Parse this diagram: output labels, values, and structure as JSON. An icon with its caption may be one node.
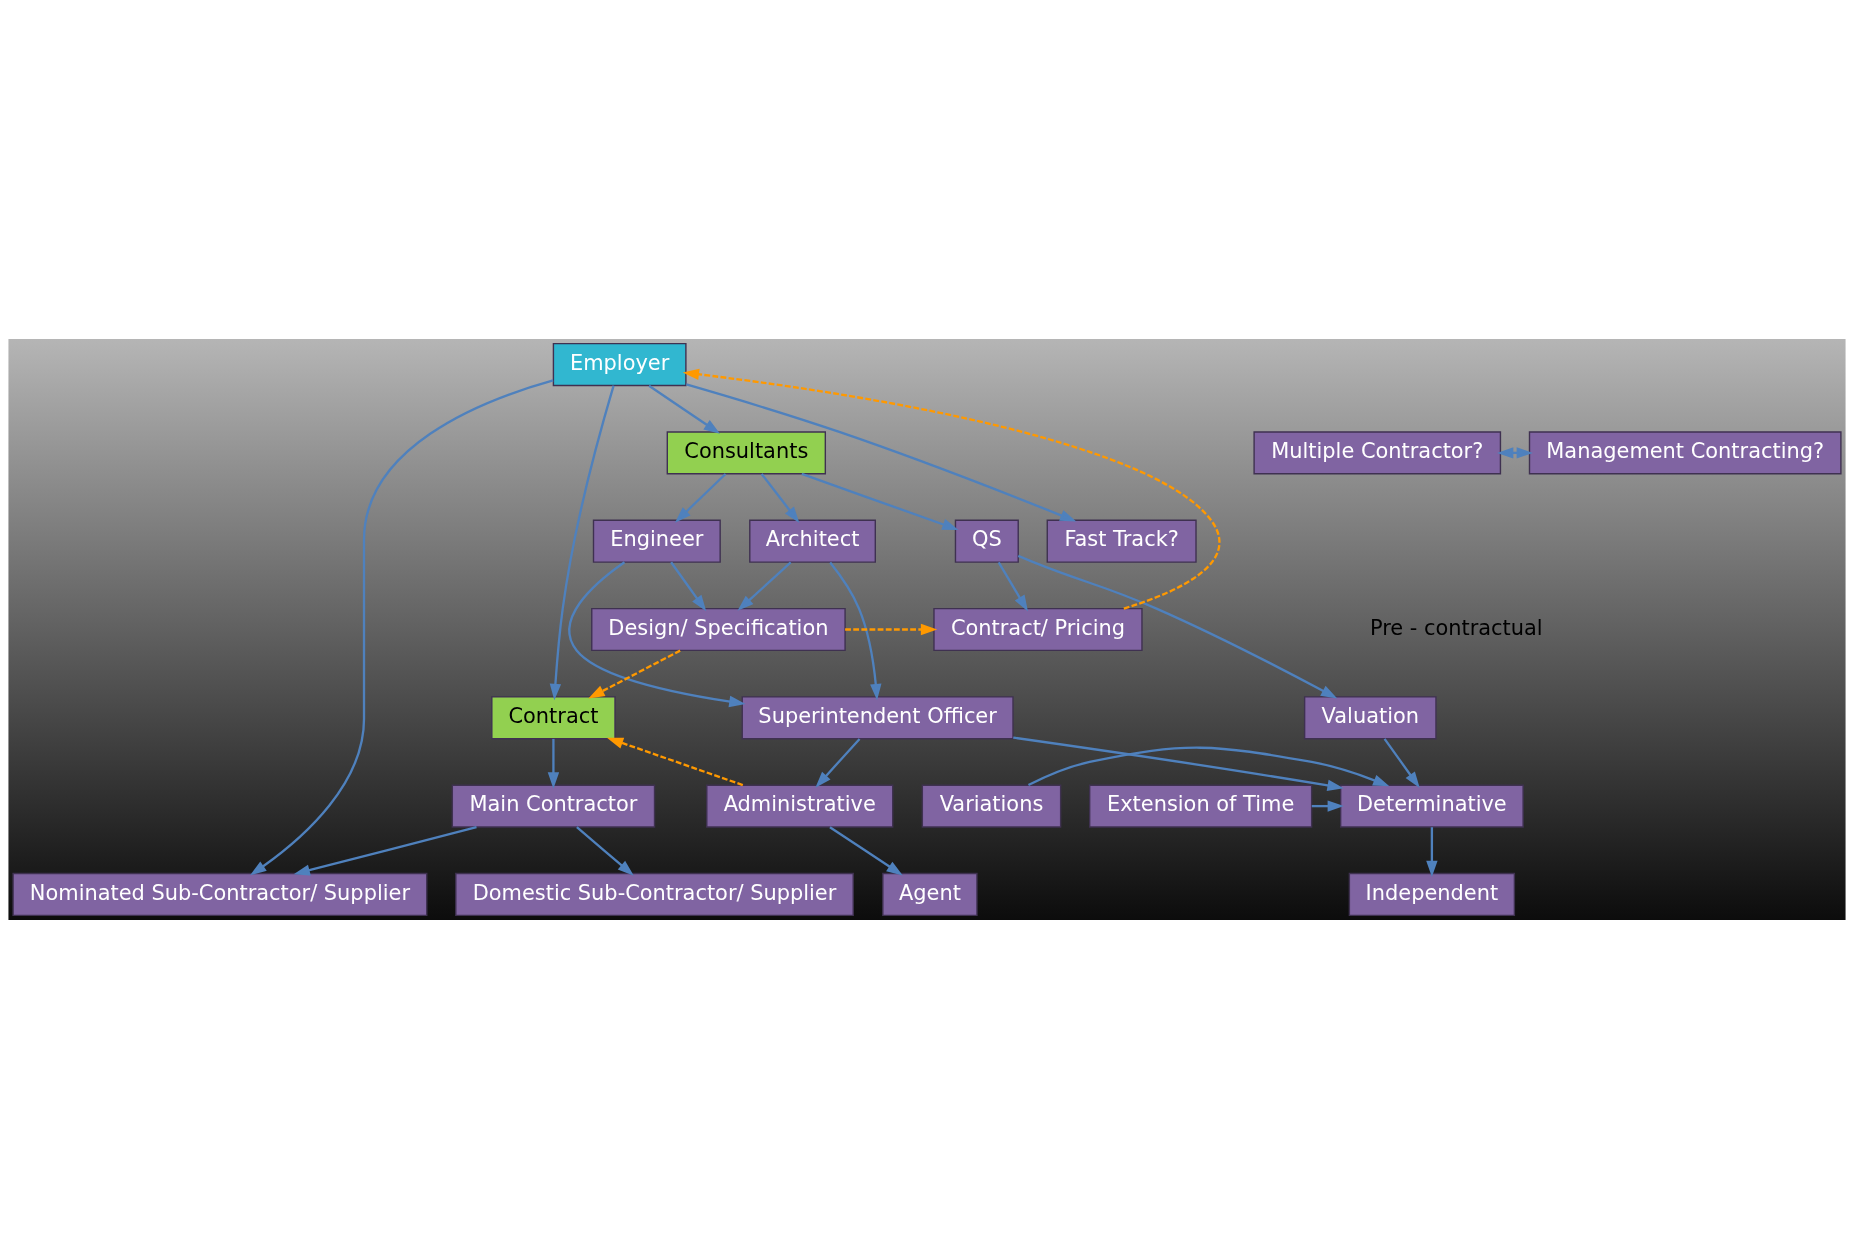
{
  "diagram": {
    "nodes": [
      {
        "text": [
          "Employer"
        ]
      },
      {
        "text": [
          "Consultants"
        ]
      },
      {
        "text": [
          "Multiple Contractor?"
        ]
      },
      {
        "text": [
          "Management Contracting?"
        ]
      },
      {
        "text": [
          "Architect"
        ]
      },
      {
        "text": [
          "Engineer"
        ]
      },
      {
        "text": [
          "QS"
        ]
      },
      {
        "text": [
          "Fast Track?"
        ]
      },
      {
        "text": [
          "Design/ Specification"
        ]
      },
      {
        "text": [
          "Contract/ Pricing"
        ]
      },
      {
        "text": [
          "Contract"
        ]
      },
      {
        "text": [
          "Superintendent Officer"
        ]
      },
      {
        "text": [
          "Valuation"
        ]
      },
      {
        "text": [
          "Main Contractor"
        ]
      },
      {
        "text": [
          "Extension of Time"
        ]
      },
      {
        "text": [
          "Administrative"
        ]
      },
      {
        "text": [
          "Determinative"
        ]
      },
      {
        "text": [
          "Variations"
        ]
      },
      {
        "text": [
          "Domestic Sub-Contractor/ Supplier"
        ]
      },
      {
        "text": [
          "Nominated Sub-Contractor/ Supplier"
        ]
      },
      {
        "text": [
          "Agent"
        ]
      },
      {
        "text": [
          "Independent"
        ]
      }
    ],
    "edges": [
      {
        "from": 0,
        "to": 1,
        "arrow": "to"
      },
      {
        "from": 0,
        "to": 10,
        "arrow": "to"
      },
      {
        "from": 0,
        "to": 7,
        "arrow": "to"
      },
      {
        "from": 0,
        "to": 19,
        "arrow": "to"
      },
      {
        "from": 2,
        "to": 3,
        "arrow": "both"
      },
      {
        "from": 1,
        "to": 4,
        "arrow": "to"
      },
      {
        "from": 1,
        "to": 5,
        "arrow": "to"
      },
      {
        "from": 1,
        "to": 6,
        "arrow": "to"
      },
      {
        "from": 4,
        "to": 8,
        "arrow": "to"
      },
      {
        "from": 5,
        "to": 8,
        "arrow": "to"
      },
      {
        "from": 4,
        "to": 11,
        "arrow": "to"
      },
      {
        "from": 5,
        "to": 11,
        "arrow": "to"
      },
      {
        "from": 6,
        "to": 9,
        "arrow": "to"
      },
      {
        "from": 6,
        "to": 12,
        "arrow": "to"
      },
      {
        "from": 9,
        "to": 0,
        "arrow": "to",
        "style": "dashed",
        "color": "#ff9900"
      },
      {
        "from": 8,
        "to": 10,
        "arrow": "to",
        "style": "dashed",
        "color": "#ff9900"
      },
      {
        "from": 8,
        "to": 9,
        "arrow": "to",
        "style": "dashed",
        "color": "#ff9900"
      },
      {
        "from": 15,
        "to": 10,
        "arrow": "to",
        "style": "dashed",
        "color": "#ff9900"
      },
      {
        "from": 10,
        "to": 13,
        "arrow": "to"
      },
      {
        "from": 13,
        "to": 18,
        "arrow": "to"
      },
      {
        "from": 13,
        "to": 19,
        "arrow": "to"
      },
      {
        "from": 11,
        "to": 15,
        "arrow": "to"
      },
      {
        "from": 11,
        "to": 16,
        "arrow": "to"
      },
      {
        "from": 12,
        "to": 16,
        "arrow": "to"
      },
      {
        "from": 14,
        "to": 16,
        "arrow": "to"
      },
      {
        "from": 17,
        "to": 16,
        "arrow": "to"
      },
      {
        "from": 15,
        "to": 20,
        "arrow": "to"
      },
      {
        "from": 16,
        "to": 21,
        "arrow": "to"
      }
    ],
    "labels": [
      "Pre - contractual"
    ]
  }
}
